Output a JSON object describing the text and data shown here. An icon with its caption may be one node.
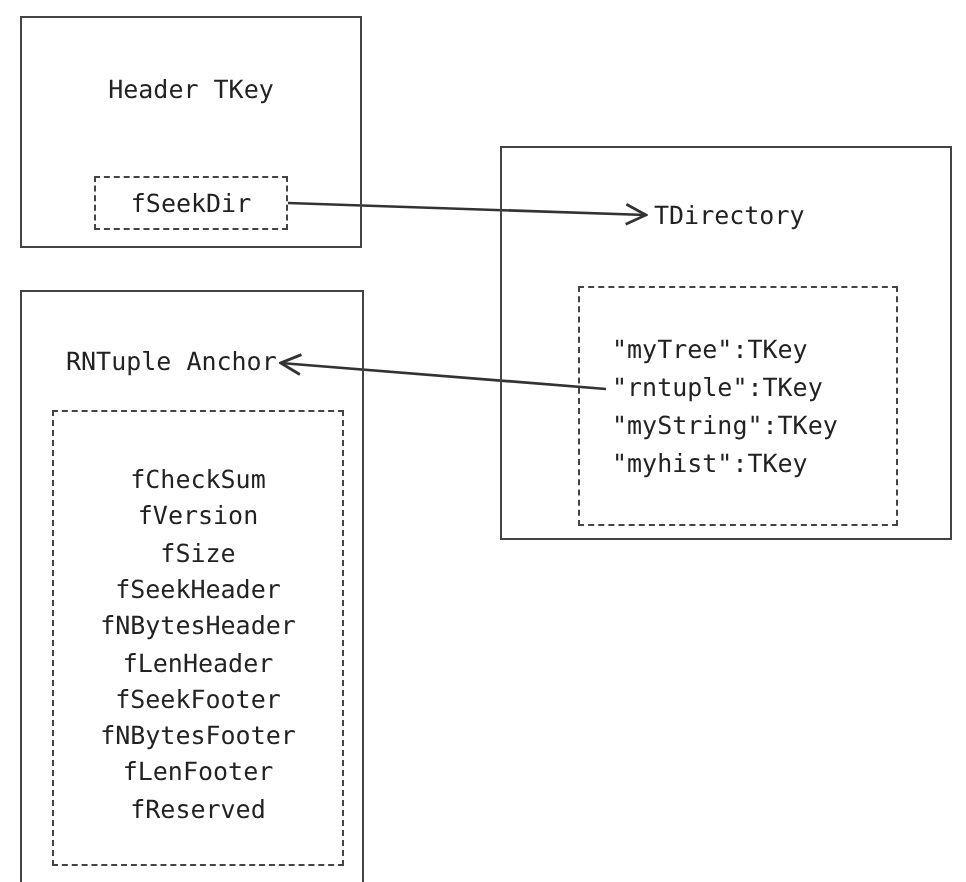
{
  "diagram": {
    "nodes": [
      {
        "text": [
          "Header TKey"
        ]
      },
      {
        "text": [
          "fSeekDir"
        ],
        "in": 0
      },
      {
        "text": [
          "TDirectory"
        ]
      },
      {
        "text": [],
        "shape": "box",
        "in": 2
      },
      {
        "text": [
          "\"myTree\":TKey"
        ],
        "in": 3
      },
      {
        "text": [
          "\"rntuple\":TKey"
        ],
        "in": 3
      },
      {
        "text": [
          "\"myString\":TKey"
        ],
        "in": 3
      },
      {
        "text": [
          "\"myhist\":TKey"
        ],
        "in": 3
      },
      {
        "text": [],
        "shape": "box"
      },
      {
        "text": [
          "RNTuple Anchor"
        ],
        "in": 8
      },
      {
        "text": [
          "fCheckSum",
          "fVersion",
          "fSize",
          "fSeekHeader",
          "fNBytesHeader",
          "fLenHeader",
          "fSeekFooter",
          "fNBytesFooter",
          "fLenFooter",
          "fReserved"
        ],
        "in": 8
      }
    ],
    "edges": [
      {
        "from": 1,
        "to": 2,
        "arrow": "to"
      },
      {
        "from": 5,
        "to": 9,
        "arrow": "to"
      }
    ]
  }
}
